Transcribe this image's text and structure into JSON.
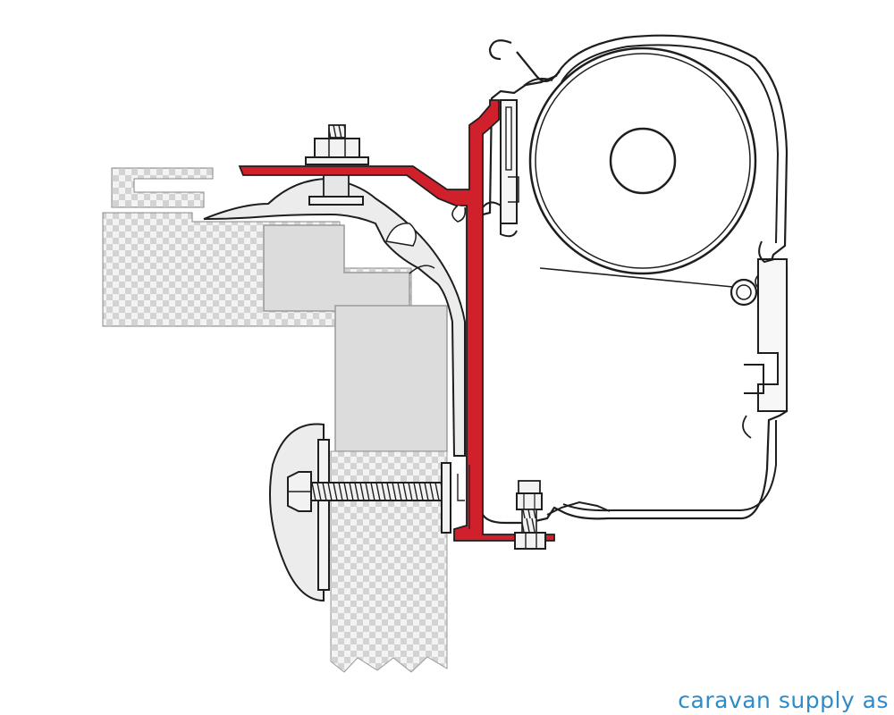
{
  "watermark": {
    "text": "caravan supply as",
    "color": "#2e8bc9"
  },
  "colors": {
    "outline": "#1e1e1e",
    "bracket": "#d0202c",
    "part_fill": "#ececec",
    "block_fill": "#dcdcdc",
    "check_light": "#f3f3f3",
    "check_dark": "#d3d3d3"
  },
  "components": [
    {
      "name": "awning-cassette",
      "label": ""
    },
    {
      "name": "fabric-roller",
      "label": ""
    },
    {
      "name": "adapter-bracket",
      "label": ""
    },
    {
      "name": "roof-panel",
      "label": ""
    },
    {
      "name": "wall-panel",
      "label": ""
    },
    {
      "name": "top-bolt",
      "label": ""
    },
    {
      "name": "wall-bolt",
      "label": ""
    },
    {
      "name": "bottom-bolt",
      "label": ""
    }
  ]
}
